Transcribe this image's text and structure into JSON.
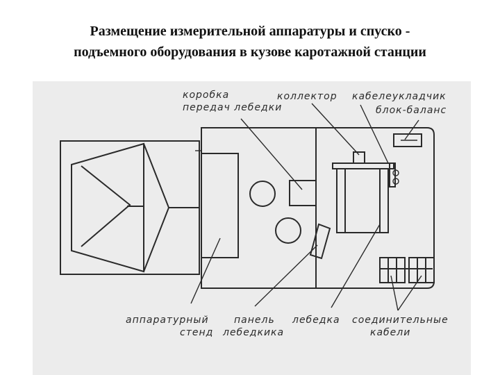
{
  "title": {
    "line1": "Размещение измерительной аппаратуры и спуско -",
    "line2": "подъемного оборудования в кузове каротажной станции"
  },
  "labels": {
    "korobka_line1": "коробка",
    "korobka_line2": "передач лебедки",
    "kollektor": "коллектор",
    "kabeleukladchik": "кабелеукладчик",
    "blok_balans": "блок-баланс",
    "apparaturnyi_line1": "аппаратурный",
    "apparaturnyi_line2": "стенд",
    "panel_line1": "панель",
    "panel_line2": "лебедкика",
    "lebedka": "лебедка",
    "soedinitelnye_line1": "соединительные",
    "soedinitelnye_line2": "кабели"
  }
}
